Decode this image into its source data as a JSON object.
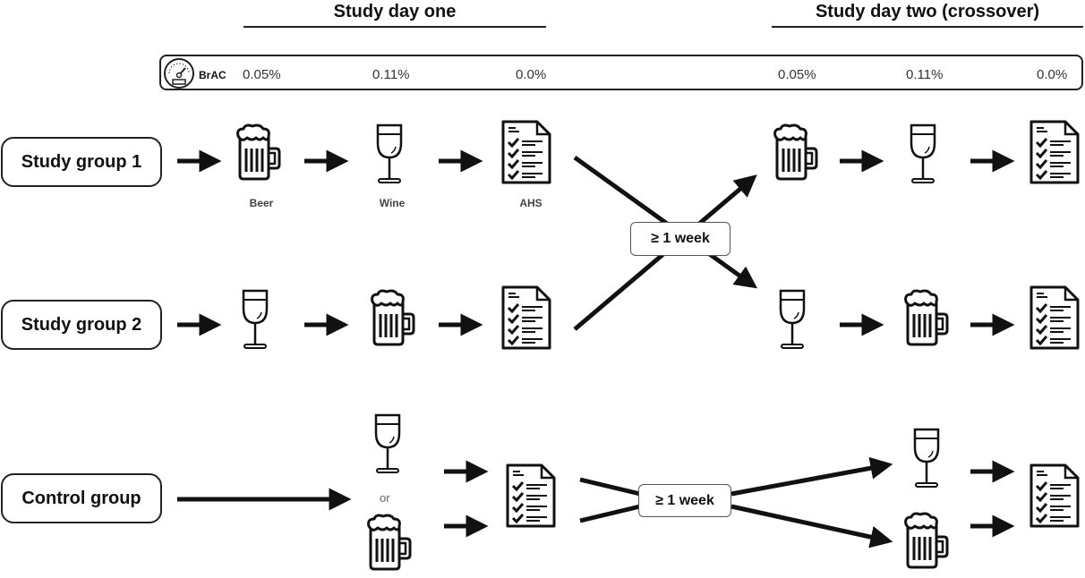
{
  "headers": {
    "day_one": "Study day one",
    "day_two": "Study day two (crossover)"
  },
  "brac": {
    "label": "BrAC",
    "icon": "speedometer-icon",
    "day_one_values": [
      "0.05%",
      "0.11%",
      "0.0%"
    ],
    "day_two_values": [
      "0.05%",
      "0.11%",
      "0.0%"
    ]
  },
  "groups": [
    {
      "label": "Study group 1",
      "day_one_sequence": [
        "beer",
        "wine",
        "ahs"
      ],
      "day_two_sequence": [
        "beer",
        "wine",
        "ahs"
      ]
    },
    {
      "label": "Study group 2",
      "day_one_sequence": [
        "wine",
        "beer",
        "ahs"
      ],
      "day_two_sequence": [
        "wine",
        "beer",
        "ahs"
      ]
    },
    {
      "label": "Control group",
      "day_one_sequence": [
        "wine or beer",
        "ahs"
      ],
      "day_two_sequence": [
        "wine or beer",
        "ahs"
      ]
    }
  ],
  "icon_labels": {
    "beer": "Beer",
    "wine": "Wine",
    "ahs": "AHS"
  },
  "washout": {
    "label": "≥ 1 week"
  },
  "control_or": "or"
}
